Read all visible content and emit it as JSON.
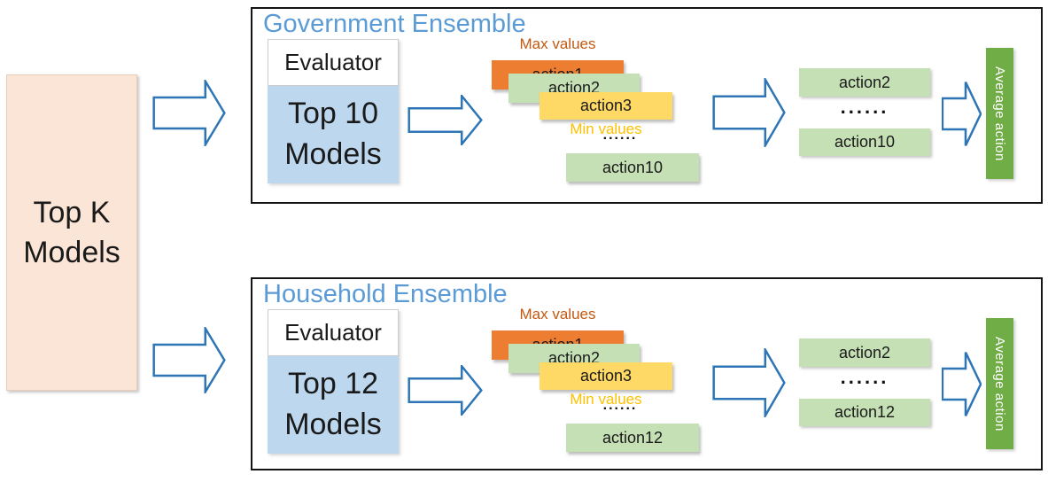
{
  "left_panel": {
    "label": "Top K Models"
  },
  "ensembles": [
    {
      "title": "Government Ensemble",
      "evaluator": "Evaluator",
      "models": "Top 10 Models",
      "max_label": "Max values",
      "min_label": "Min values",
      "stack_actions": [
        "action1",
        "action2",
        "action3"
      ],
      "stack_dots": "......",
      "stack_last_action": "action10",
      "selected_first": "action2",
      "selected_dots": "......",
      "selected_last": "action10",
      "output": "Average action"
    },
    {
      "title": "Household Ensemble",
      "evaluator": "Evaluator",
      "models": "Top 12 Models",
      "max_label": "Max values",
      "min_label": "Min values",
      "stack_actions": [
        "action1",
        "action2",
        "action3"
      ],
      "stack_dots": "......",
      "stack_last_action": "action12",
      "selected_first": "action2",
      "selected_dots": "......",
      "selected_last": "action12",
      "output": "Average action"
    }
  ],
  "colors": {
    "peach": "#FBE5D6",
    "light_blue": "#BDD7EE",
    "orange": "#ED7D31",
    "light_green": "#C5E0B4",
    "yellow": "#FFD966",
    "dark_green": "#70AD47",
    "title_blue": "#5B9BD5",
    "max_text": "#C45911",
    "min_text": "#FFC000",
    "arrow_stroke": "#2E75B6"
  }
}
